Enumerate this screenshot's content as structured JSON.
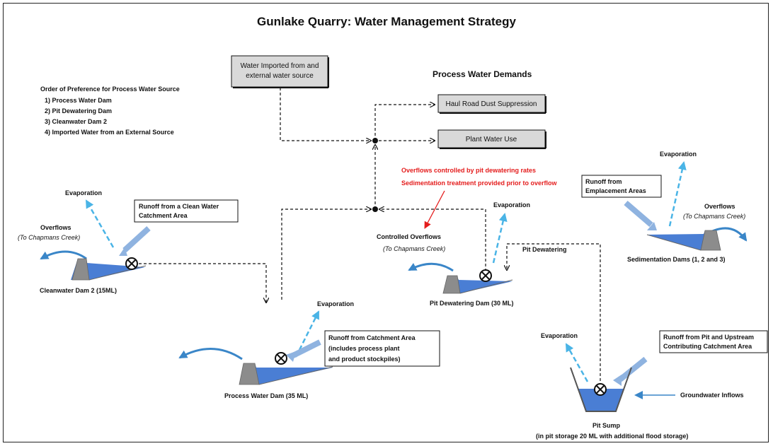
{
  "title": "Gunlake Quarry: Water Management Strategy",
  "imported_box": [
    "Water Imported from and",
    "external water source"
  ],
  "demands": {
    "heading": "Process Water Demands",
    "haul_road": "Haul Road  Dust Suppression",
    "plant": "Plant Water Use"
  },
  "preference": {
    "heading": "Order of Preference for Process Water Source",
    "items": [
      "1) Process Water Dam",
      "2) Pit Dewatering Dam",
      "3) Cleanwater Dam 2",
      "4) Imported Water from an External Source"
    ]
  },
  "red_note": [
    "Overflows controlled by pit dewatering rates",
    "Sedimentation treatment provided prior to overflow"
  ],
  "cleanwater": {
    "evaporation": "Evaporation",
    "runoff": [
      "Runoff from a Clean Water",
      "Catchment Area"
    ],
    "overflows": "Overflows",
    "overflows_to": "(To Chapmans Creek)",
    "label": "Cleanwater Dam 2 (15ML)"
  },
  "pit_dewatering": {
    "evaporation": "Evaporation",
    "controlled": "Controlled Overflows",
    "controlled_to": "(To Chapmans Creek)",
    "dewatering": "Pit Dewatering",
    "label": "Pit Dewatering Dam (30 ML)"
  },
  "sedimentation": {
    "evaporation": "Evaporation",
    "runoff": [
      "Runoff from",
      "Emplacement Areas"
    ],
    "overflows": "Overflows",
    "overflows_to": "(To Chapmans Creek)",
    "label": "Sedimentation Dams (1, 2 and 3)"
  },
  "process": {
    "evaporation": "Evaporation",
    "runoff": [
      "Runoff from Catchment Area",
      "(includes process plant",
      "and product stockpiles)"
    ],
    "label": "Process Water Dam (35 ML)"
  },
  "pit_sump": {
    "evaporation": "Evaporation",
    "runoff": [
      "Runoff from Pit and Upstream",
      "Contributing Catchment Area"
    ],
    "groundwater": "Groundwater Inflows",
    "label": "Pit Sump",
    "sublabel": "(in pit storage 20 ML with additional flood storage)"
  },
  "colors": {
    "water": "#4a7ed4",
    "runoff_arrow": "#8fb3e0",
    "evap_arrow": "#4ab4e6",
    "wall": "#8c8c8c",
    "box_fill": "#d9d9d9",
    "red": "#e41c1c"
  }
}
